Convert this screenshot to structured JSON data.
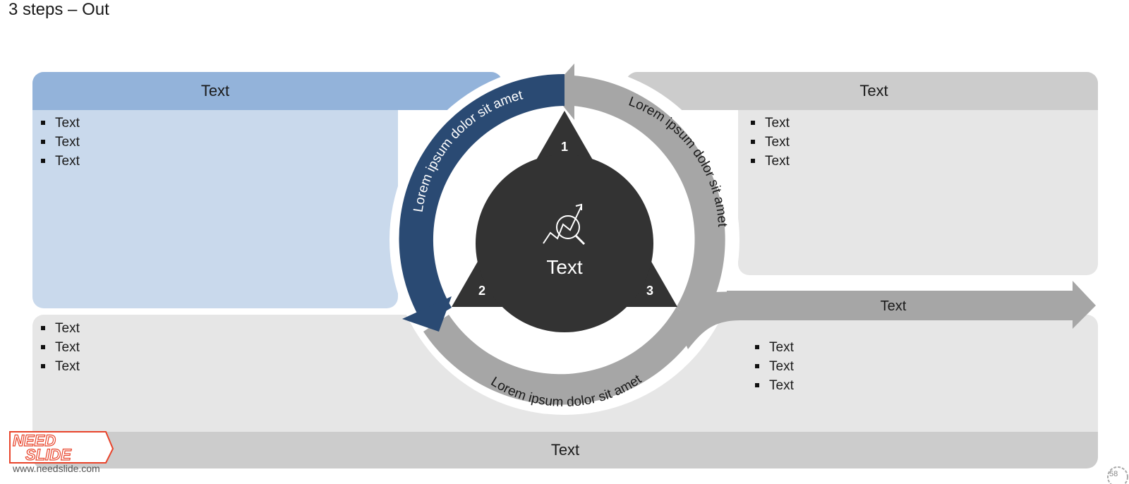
{
  "title": "3 steps – Out",
  "panels": {
    "blue": {
      "header": "Text",
      "bullets": [
        "Text",
        "Text",
        "Text"
      ]
    },
    "grey_top_right": {
      "header": "Text",
      "bullets": [
        "Text",
        "Text",
        "Text"
      ]
    },
    "grey_bottom_left": {
      "bullets": [
        "Text",
        "Text",
        "Text"
      ]
    },
    "grey_bottom_right": {
      "bullets": [
        "Text",
        "Text",
        "Text"
      ]
    },
    "bottom_bar": "Text",
    "output_arrow": "Text"
  },
  "cycle": {
    "center_text": "Text",
    "center_icon": "analytics-magnifier-icon",
    "step_numbers": [
      "1",
      "2",
      "3"
    ],
    "arc_labels": [
      "Lorem ipsum dolor sit amet",
      "Lorem ipsum dolor sit amet",
      "Lorem ipsum dolor sit amet"
    ]
  },
  "footer": {
    "logo_lines": [
      "NEED",
      "SLIDE"
    ],
    "website": "www.needslide.com",
    "page_number": "58"
  },
  "colors": {
    "blue_dark": "#2a4a73",
    "blue_header": "#93b3da",
    "blue_body": "#c9d9ec",
    "grey_arc": "#a6a6a6",
    "grey_header": "#cccccc",
    "grey_body": "#e6e6e6",
    "core": "#333333",
    "logo": "#e8432a"
  }
}
